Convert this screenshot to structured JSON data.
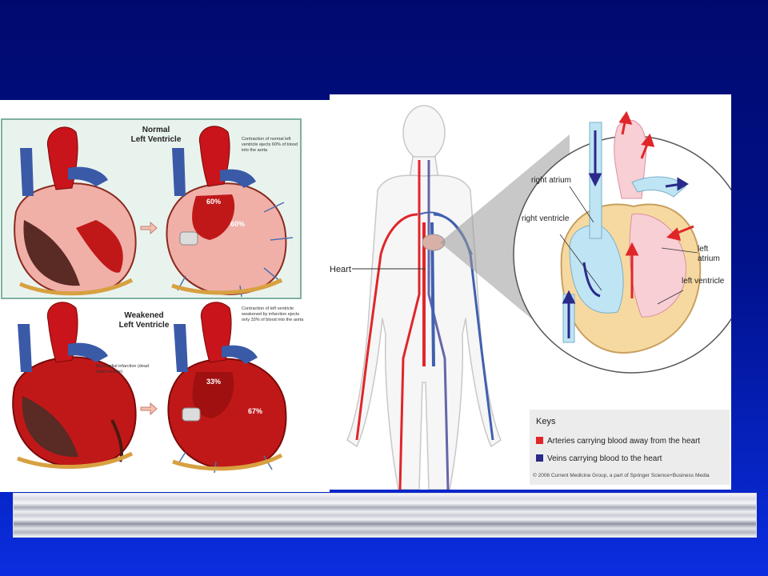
{
  "left_figure": {
    "normal_title": "Normal Left Ventricle",
    "normal_caption": "Contraction of normal left ventricle ejects 60% of blood into the aorta",
    "normal_pct_a": "60%",
    "normal_pct_b": "60%",
    "weakened_title": "Weakened Left Ventricle",
    "weakened_caption": "Contraction of left ventricle weakened by infarction ejects only 33% of blood into the aorta",
    "infarct_label": "Myocardial infarction (dead heart muscle)",
    "weakened_pct_a": "33%",
    "weakened_pct_b": "67%"
  },
  "right_figure": {
    "heart_label": "Heart",
    "right_atrium": "right atrium",
    "right_ventricle": "right ventricle",
    "left_atrium": "left atrium",
    "left_ventricle": "left ventricle",
    "keys_title": "Keys",
    "key_arteries": "Arteries carrying blood away from the heart",
    "key_veins": "Veins carrying blood to the heart",
    "copyright": "© 2006 Current Medicine Group, a part of Springer Science+Business Media",
    "artery_color": "#e0262a",
    "vein_color": "#2a2a8a"
  }
}
